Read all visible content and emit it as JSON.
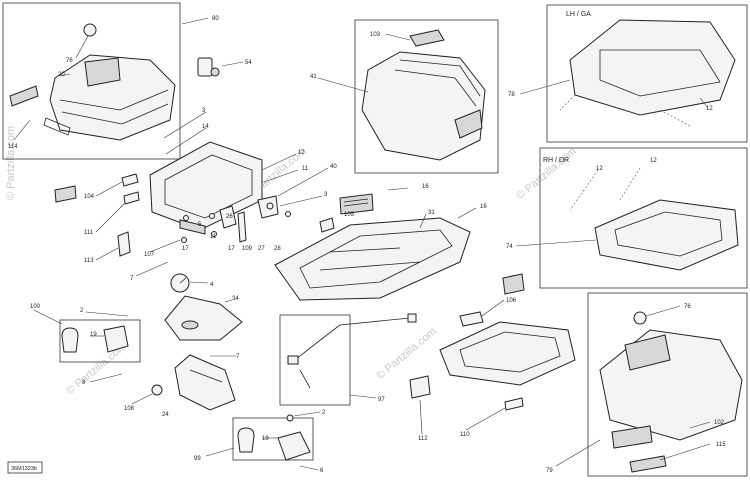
{
  "watermark": "© Partzilla.com",
  "drawing_code": "36M1323b",
  "panel_headers": {
    "lh_ga": "LH / GA",
    "rh_dr": "RH / DR"
  },
  "callouts": {
    "c80": "80",
    "c76a": "76",
    "c20": "20",
    "c114": "114",
    "c54": "54",
    "c103": "103",
    "c41": "41",
    "c78": "78",
    "c12a": "12",
    "c3a": "3",
    "c14": "14",
    "c12b": "12",
    "c11": "11",
    "c40": "40",
    "c3b": "3",
    "c16a": "16",
    "c105": "105",
    "c31": "31",
    "c16b": "16",
    "c104": "104",
    "c111": "111",
    "c113": "113",
    "c107": "107",
    "c7a": "7",
    "c17a": "17",
    "c5": "5",
    "c26": "26",
    "c11b": "11",
    "c17b": "17",
    "c109": "109",
    "c27": "27",
    "c28": "28",
    "c74": "74",
    "c12c": "12",
    "c12d": "12",
    "c4": "4",
    "c34": "34",
    "c100": "100",
    "c2a": "2",
    "c19a": "19",
    "c8a": "8",
    "c7b": "7",
    "c108": "108",
    "c24": "24",
    "c97": "97",
    "c106": "106",
    "c76b": "76",
    "c2b": "2",
    "c19b": "19",
    "c99": "99",
    "c6": "6",
    "c112": "112",
    "c110": "110",
    "c102": "102",
    "c115": "115",
    "c79": "79"
  }
}
